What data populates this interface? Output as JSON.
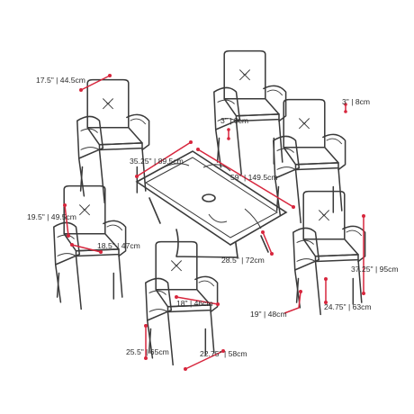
{
  "dimension_labels": {
    "chair_back_width": "17.5\" | 44.5cm",
    "table_width": "35.25\" | 89.5cm",
    "table_length": "59\" | 149.5cm",
    "table_frame_thickness": "3\" | 8cm",
    "arm_thickness": "3\" | 8cm",
    "seat_back_height": "19.5\" | 49.5cm",
    "arm_height": "18.5\" | 47cm",
    "table_height": "28.5\" | 72cm",
    "seat_depth": "18\" | 46cm",
    "seat_height": "19\" | 48cm",
    "chair_total_height": "37.25\" | 95cm",
    "arm_to_floor": "24.75\" | 63cm",
    "chair_depth": "25.5\" | 65cm",
    "chair_width": "22.75\" | 58cm"
  },
  "colors": {
    "dimension": "#d7263d",
    "outline": "#3a3a3a"
  }
}
